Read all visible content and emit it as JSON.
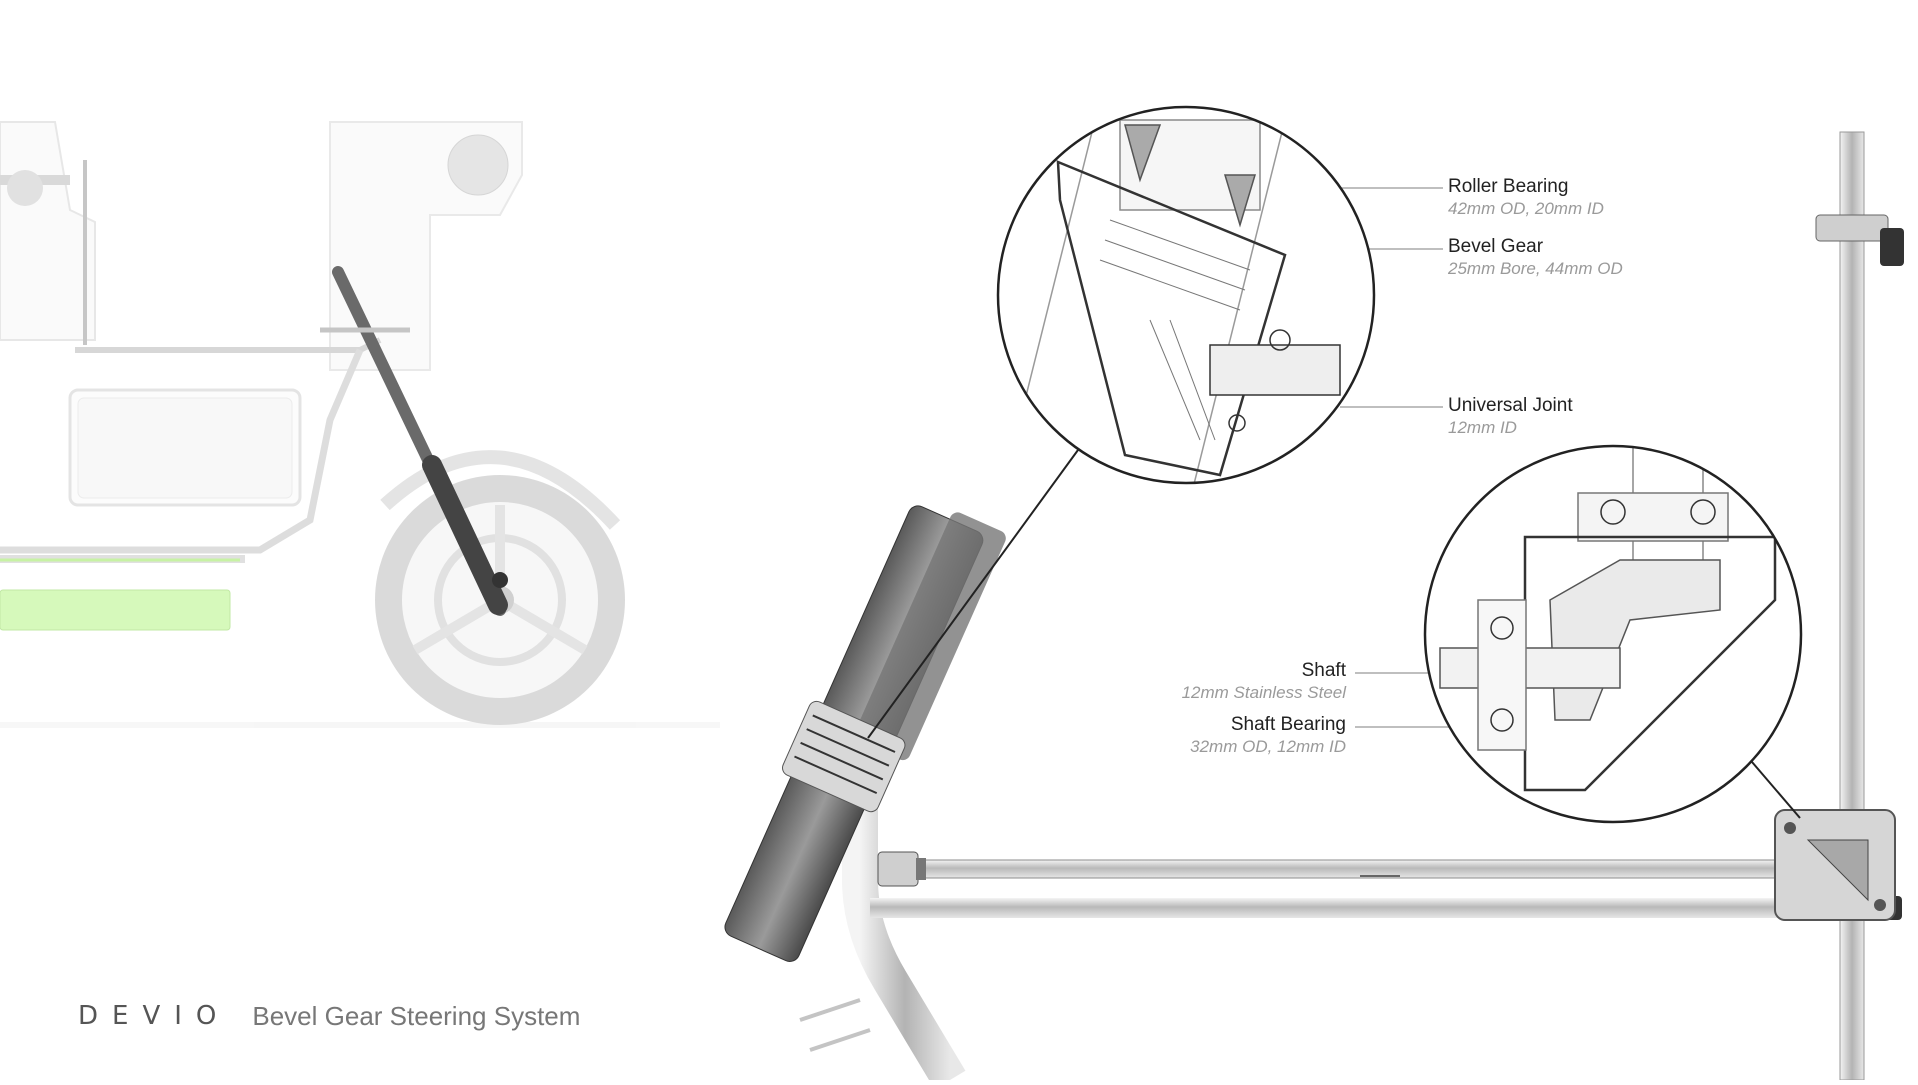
{
  "brand": {
    "logo_text": "DEVIO",
    "title": "Bevel Gear Steering System",
    "accent_color": "#9be85a"
  },
  "callouts": {
    "roller_bearing": {
      "title": "Roller Bearing",
      "spec": "42mm OD, 20mm ID"
    },
    "bevel_gear": {
      "title": "Bevel Gear",
      "spec": "25mm Bore, 44mm OD"
    },
    "universal_joint": {
      "title": "Universal Joint",
      "spec": "12mm ID"
    },
    "shaft": {
      "title": "Shaft",
      "spec": "12mm Stainless Steel"
    },
    "shaft_bearing": {
      "title": "Shaft Bearing",
      "spec": "32mm OD, 12mm ID"
    }
  }
}
